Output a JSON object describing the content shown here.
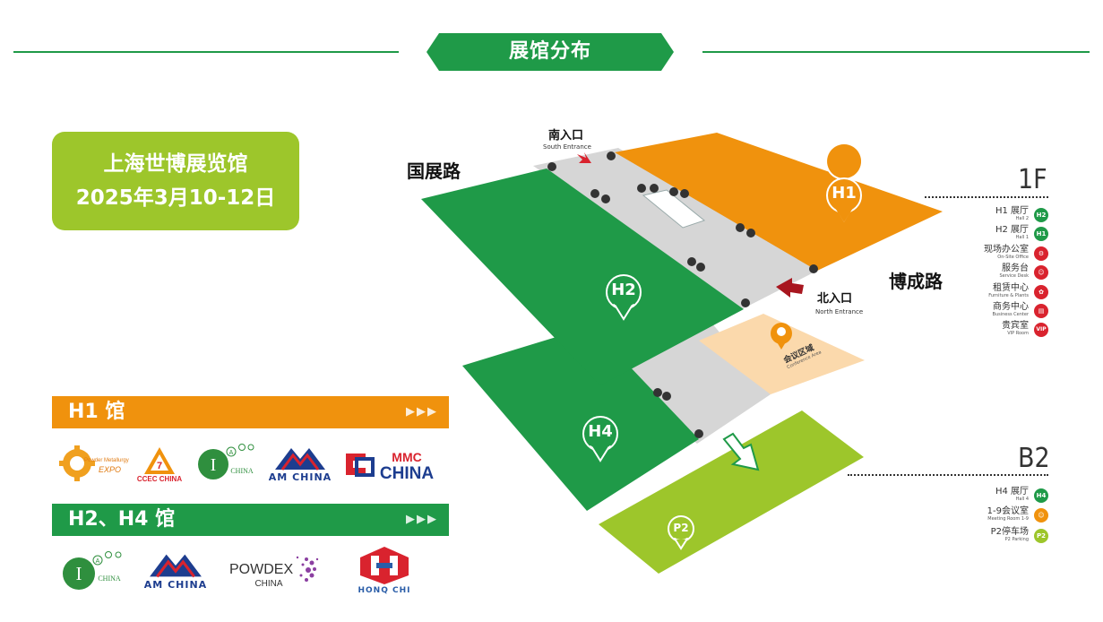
{
  "header": {
    "title": "展馆分布"
  },
  "venue": {
    "name": "上海世博展览馆",
    "dates": "2025年3月10-12日"
  },
  "halls": {
    "h1": {
      "label": "H1 馆",
      "arrows": "▶▶▶"
    },
    "h24": {
      "label": "H2、H4 馆",
      "arrows": "▶▶▶"
    }
  },
  "logos": {
    "pm_expo": {
      "line1": "Powder Metallurgy",
      "line2": "EXPO"
    },
    "ccec": {
      "text": "CCEC CHINA"
    },
    "iacc": {
      "text": "CHINA"
    },
    "am_china": {
      "text": "AM CHINA"
    },
    "mmc": {
      "top": "MMC",
      "bottom": "CHINA"
    },
    "iacc2": {
      "text": "CHINA"
    },
    "am_china2": {
      "text": "AM CHINA"
    },
    "powdex": {
      "top": "POWDEX",
      "bottom": "CHINA"
    },
    "hongqi": {
      "text": "HONQ CHI"
    }
  },
  "map": {
    "roads": {
      "west": "国展路",
      "east": "博成路"
    },
    "south_entrance": {
      "zh": "南入口",
      "en": "South Entrance"
    },
    "north_entrance": {
      "zh": "北入口",
      "en": "North Entrance"
    },
    "hall_h1": "H1",
    "hall_h2": "H2",
    "hall_h4": "H4",
    "parking_p2": "P2",
    "conference": {
      "zh": "会议区域",
      "en": "Conference Area"
    },
    "colors": {
      "orange": "#f0920d",
      "green": "#1f9a48",
      "lime": "#9dc62b",
      "grey": "#d6d6d6",
      "peach": "#fbd9ac"
    }
  },
  "legend_1f": {
    "floor": "1F",
    "items": [
      {
        "zh": "H1 展厅",
        "en": "Hall 2",
        "badge": "H2",
        "color": "#1f9a48"
      },
      {
        "zh": "H2 展厅",
        "en": "Hall 1",
        "badge": "H1",
        "color": "#1f9a48"
      },
      {
        "zh": "现场办公室",
        "en": "On-Site Office",
        "badge": "⚙",
        "color": "#d9232e"
      },
      {
        "zh": "服务台",
        "en": "Service Desk",
        "badge": "☺",
        "color": "#d9232e"
      },
      {
        "zh": "租赁中心",
        "en": "Furniture & Plants",
        "badge": "✿",
        "color": "#d9232e"
      },
      {
        "zh": "商务中心",
        "en": "Business Center",
        "badge": "▤",
        "color": "#d9232e"
      },
      {
        "zh": "贵宾室",
        "en": "VIP Room",
        "badge": "VIP",
        "color": "#d9232e"
      }
    ]
  },
  "legend_b2": {
    "floor": "B2",
    "items": [
      {
        "zh": "H4 展厅",
        "en": "Hall 4",
        "badge": "H4",
        "color": "#1f9a48"
      },
      {
        "zh": "1-9会议室",
        "en": "Meeting Room 1-9",
        "badge": "☺",
        "color": "#f0920d"
      },
      {
        "zh": "P2停车场",
        "en": "P2 Parking",
        "badge": "P2",
        "color": "#9dc62b"
      }
    ]
  }
}
